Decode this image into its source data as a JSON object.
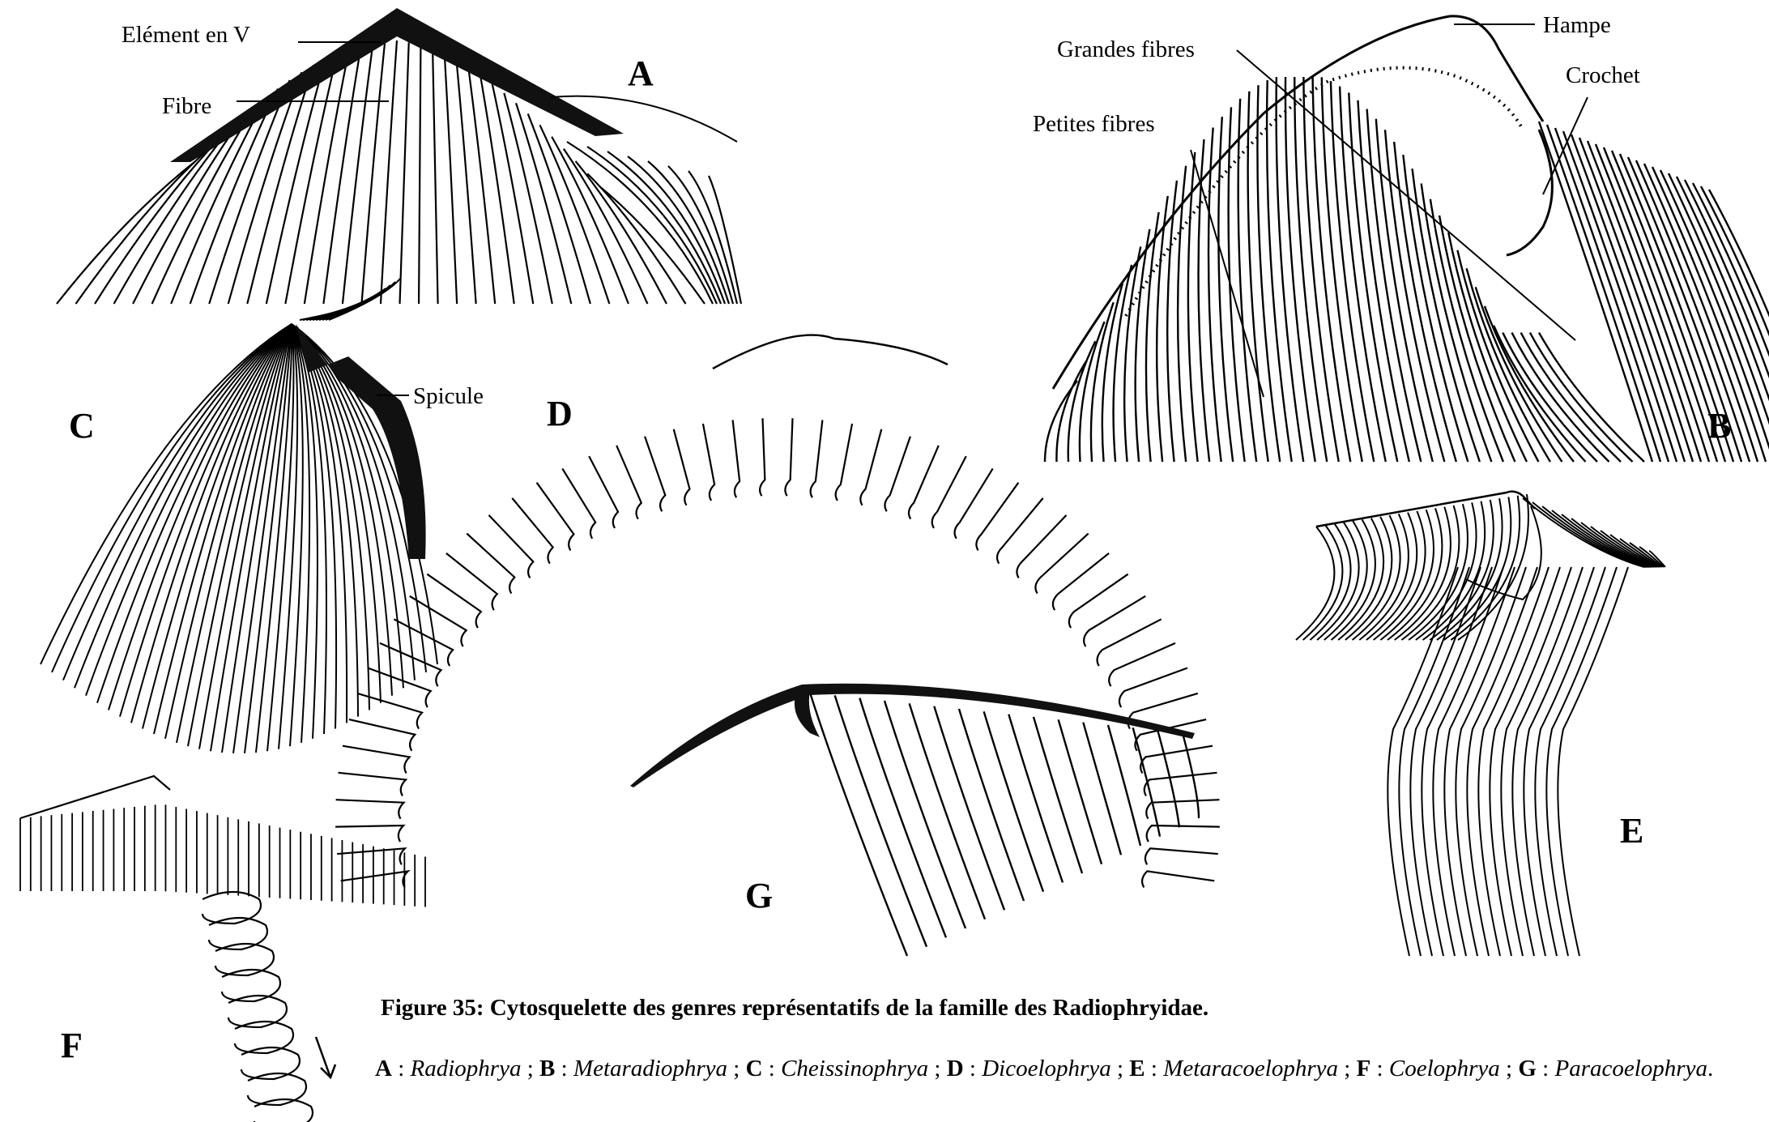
{
  "panels": {
    "A": {
      "letter": "A",
      "labels": {
        "v_element": "Elément en V",
        "fibre": "Fibre"
      }
    },
    "B": {
      "letter": "B",
      "labels": {
        "hampe": "Hampe",
        "grandes_fibres": "Grandes fibres",
        "crochet": "Crochet",
        "petites_fibres": "Petites fibres"
      }
    },
    "C": {
      "letter": "C",
      "labels": {
        "spicule": "Spicule"
      }
    },
    "D": {
      "letter": "D"
    },
    "E": {
      "letter": "E"
    },
    "F": {
      "letter": "F"
    },
    "G": {
      "letter": "G"
    }
  },
  "caption": {
    "title": "Figure 35: Cytosquelette des genres représentatifs de la famille des Radiophryidae.",
    "legend": [
      {
        "key": "A",
        "genus": "Radiophrya"
      },
      {
        "key": "B",
        "genus": "Metaradiophrya"
      },
      {
        "key": "C",
        "genus": "Cheissinophrya"
      },
      {
        "key": "D",
        "genus": "Dicoelophrya"
      },
      {
        "key": "E",
        "genus": "Metaracoelophrya"
      },
      {
        "key": "F",
        "genus": "Coelophrya"
      },
      {
        "key": "G",
        "genus": "Paracoelophrya"
      }
    ]
  }
}
